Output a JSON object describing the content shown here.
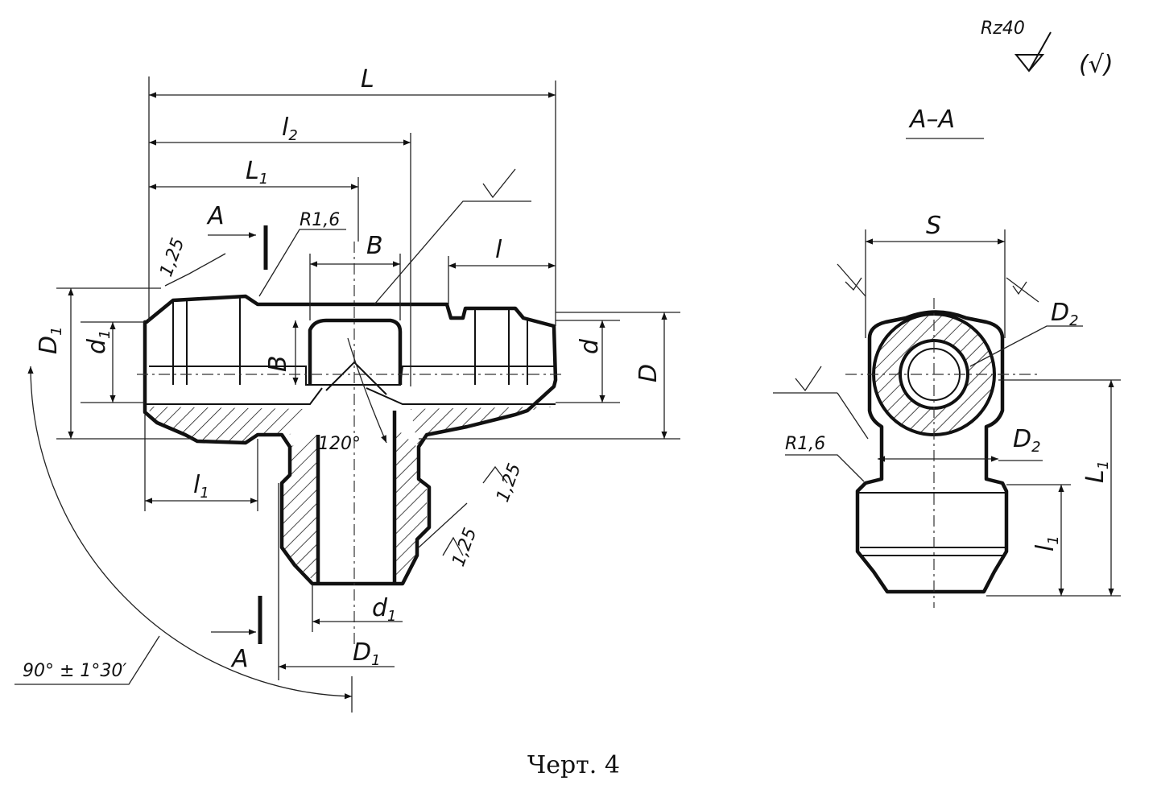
{
  "caption": "Черт. 4",
  "section_title": "A–A",
  "roughness": {
    "symbol": "Rz40",
    "parenthetical": "(√)"
  },
  "labels": {
    "L": "L",
    "l2": "l",
    "l2_sub": "2",
    "L1": "L",
    "L1_sub": "1",
    "A_top": "A",
    "A_bottom": "A",
    "R16_left": "R1,6",
    "R16_right": "R1,6",
    "B_top": "B",
    "B_vert": "B",
    "l": "l",
    "d": "d",
    "D": "D",
    "D1": "D",
    "D1_sub": "1",
    "d1": "d",
    "d1_sub": "1",
    "l1": "l",
    "l1_sub": "1",
    "d1_bottom": "d",
    "d1_bottom_sub": "1",
    "D1_bottom": "D",
    "D1_bottom_sub": "1",
    "angle_120": "120°",
    "angle_90": "90° ± 1°30′",
    "chamfer_125": "1,25",
    "chamfer_125_b": "1,25",
    "chamfer_125_c": "1,25",
    "S": "S",
    "D2_top": "D",
    "D2_top_sub": "2",
    "D2_mid": "D",
    "D2_mid_sub": "2",
    "L1_right": "L",
    "L1_right_sub": "1",
    "l1_right": "l",
    "l1_right_sub": "1"
  }
}
